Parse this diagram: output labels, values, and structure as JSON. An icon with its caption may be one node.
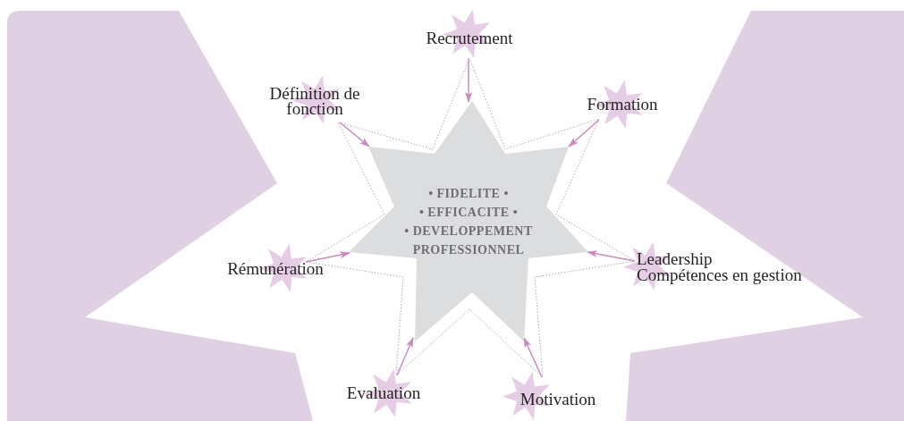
{
  "diagram": {
    "nodes": [
      {
        "text": [
          "• FIDELITE •",
          "• EFFICACITE •",
          "• DEVELOPPEMENT PROFESSIONNEL"
        ]
      },
      {
        "text": [
          "Recrutement"
        ]
      },
      {
        "text": [
          "Définition de fonction"
        ]
      },
      {
        "text": [
          "Formation"
        ]
      },
      {
        "text": [
          "Rémunération"
        ]
      },
      {
        "text": [
          "Leadership",
          "Compétences en gestion"
        ]
      },
      {
        "text": [
          "Evaluation"
        ]
      },
      {
        "text": [
          "Motivation"
        ]
      }
    ],
    "edges": [
      {
        "from": 1,
        "to": 0,
        "arrow": "to"
      },
      {
        "from": 2,
        "to": 0,
        "arrow": "to"
      },
      {
        "from": 3,
        "to": 0,
        "arrow": "to"
      },
      {
        "from": 4,
        "to": 0,
        "arrow": "to"
      },
      {
        "from": 5,
        "to": 0,
        "arrow": "to"
      },
      {
        "from": 6,
        "to": 0,
        "arrow": "to"
      },
      {
        "from": 7,
        "to": 0,
        "arrow": "to"
      }
    ]
  }
}
